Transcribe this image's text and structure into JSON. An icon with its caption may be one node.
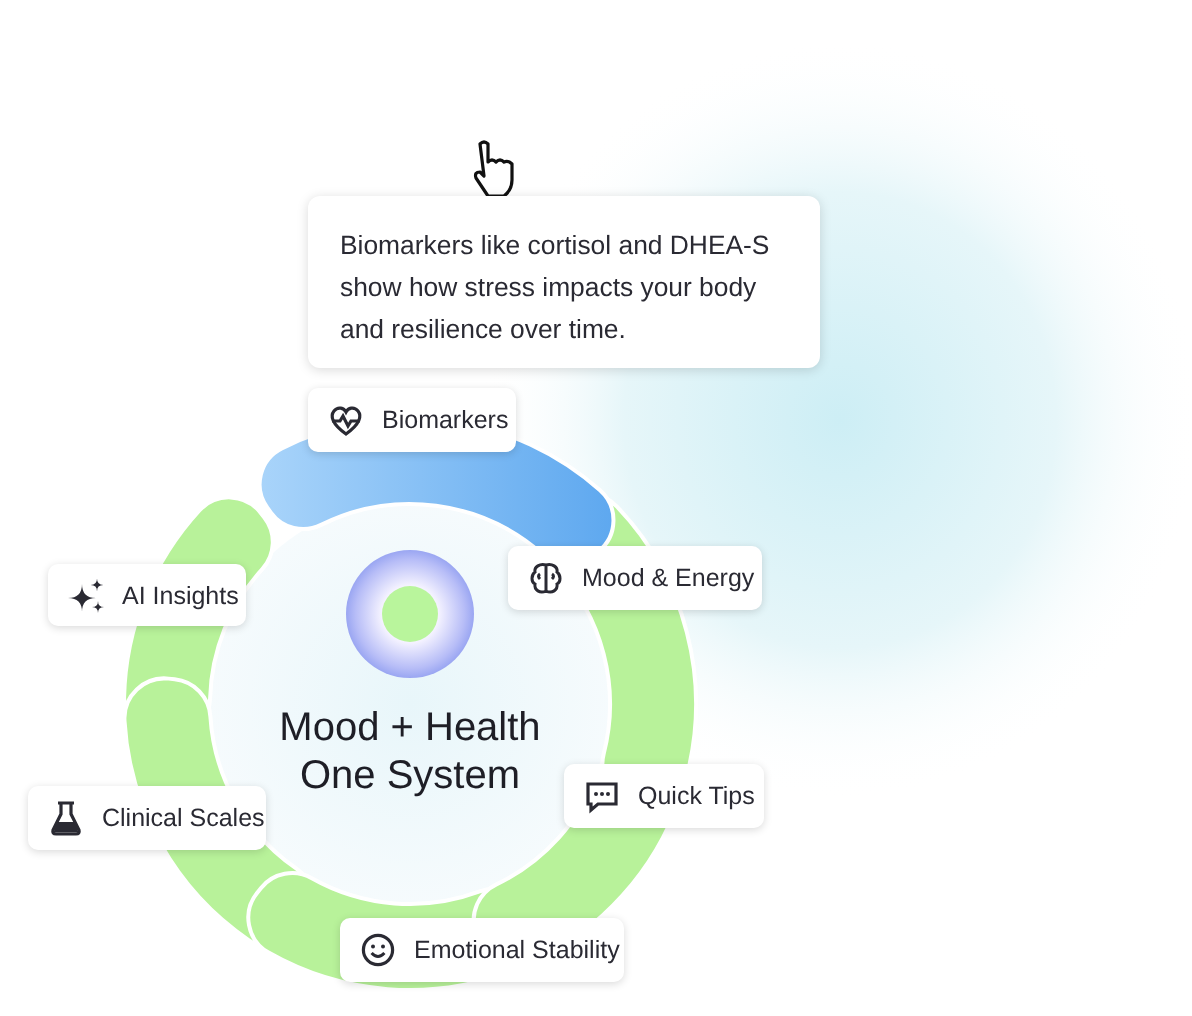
{
  "diagram": {
    "nodes": [
      {
        "text": [
          "Biomarkers like cortisol and DHEA-S show how stress impacts your body and resilience over time."
        ]
      },
      {
        "text": [
          "Biomarkers"
        ]
      },
      {
        "text": [
          "Mood & Energy"
        ]
      },
      {
        "text": [
          "AI Insights"
        ]
      },
      {
        "text": [
          "Quick Tips"
        ]
      },
      {
        "text": [
          "Clinical Scales"
        ]
      },
      {
        "text": [
          "Emotional Stability"
        ]
      },
      {
        "text": [
          "Mood + Health One System"
        ]
      }
    ]
  }
}
